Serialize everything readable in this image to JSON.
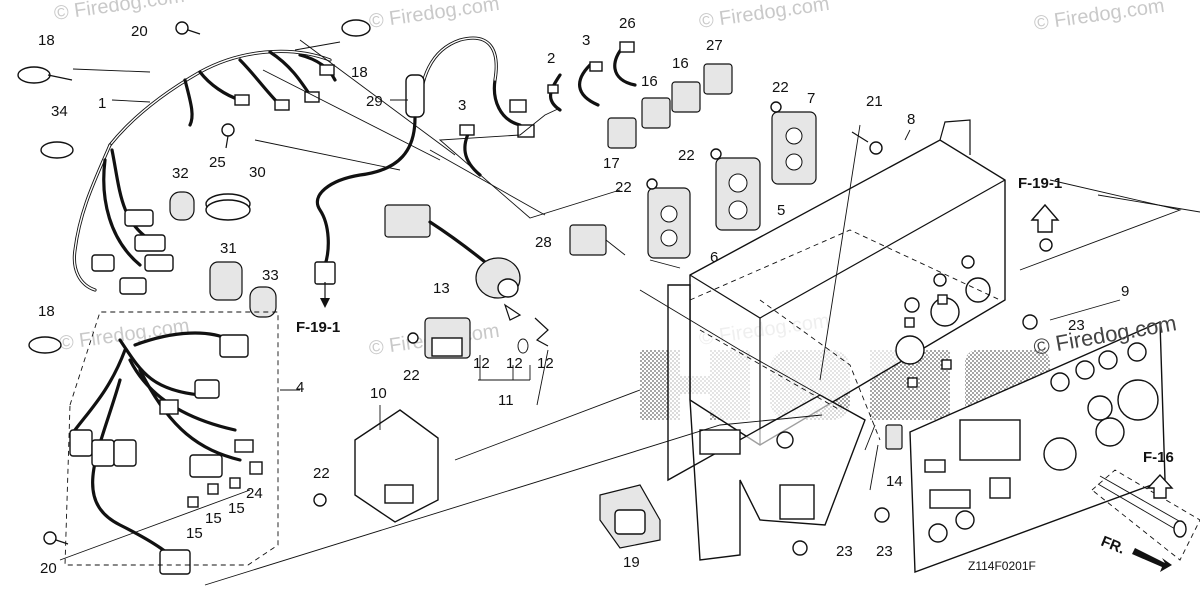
{
  "diagram": {
    "code": "Z114F0201F",
    "watermark_small": "© Firedog.com",
    "watermark_main": "© Firedog.com",
    "part_labels": {
      "p1": "1",
      "p2": "2",
      "p3a": "3",
      "p3b": "3",
      "p4": "4",
      "p5": "5",
      "p6": "6",
      "p7": "7",
      "p8": "8",
      "p9": "9",
      "p10": "10",
      "p11": "11",
      "p12a": "12",
      "p12b": "12",
      "p12c": "12",
      "p13": "13",
      "p14": "14",
      "p15a": "15",
      "p15b": "15",
      "p15c": "15",
      "p16a": "16",
      "p16b": "16",
      "p17": "17",
      "p18a": "18",
      "p18b": "18",
      "p18c": "18",
      "p19": "19",
      "p20a": "20",
      "p20b": "20",
      "p21": "21",
      "p22a": "22",
      "p22b": "22",
      "p22c": "22",
      "p22d": "22",
      "p22e": "22",
      "p23a": "23",
      "p23b": "23",
      "p23c": "23",
      "p24": "24",
      "p25": "25",
      "p26": "26",
      "p27": "27",
      "p28": "28",
      "p29": "29",
      "p30": "30",
      "p31": "31",
      "p32": "32",
      "p33": "33",
      "p34": "34"
    },
    "refs": {
      "f19_1_bottom": "F-19-1",
      "f19_1_right": "F-19-1",
      "f16": "F-16",
      "front": "FR."
    }
  }
}
